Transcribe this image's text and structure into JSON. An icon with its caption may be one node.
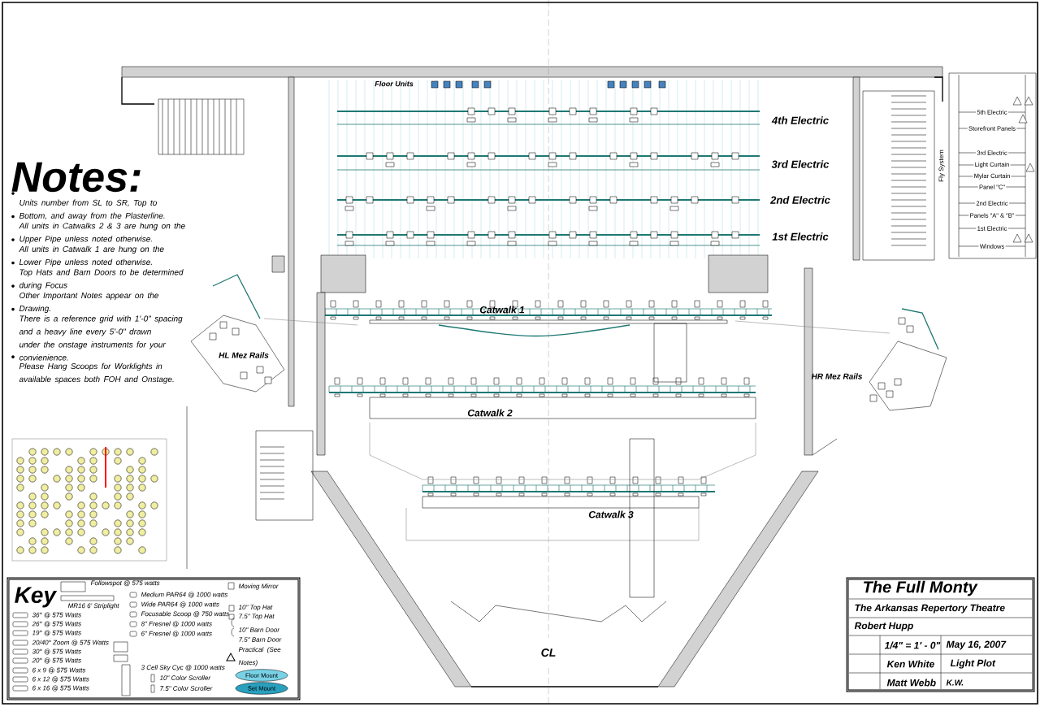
{
  "diagram": {
    "nodes": [
      {
        "text": [
          "Fly System",
          "5th Electric",
          "Storefront Panels",
          "3rd Electric",
          "Light Curtain",
          "Mylar Curtain",
          "Panel \"C\"",
          "2nd Electric",
          "Panels \"A\" & \"B\"",
          "1st Electric",
          "Windows"
        ]
      },
      {
        "text": [
          "Key",
          "Followspot @ 575 watts",
          "MR16 6' Striplight",
          "36° @ 575 Watts",
          "26° @ 575 Watts",
          "19° @ 575 Watts",
          "20/40° Zoom @ 575 Watts",
          "30° @ 575 Watts",
          "20° @ 575 Watts",
          "6 x 9 @ 575 Watts",
          "6 x 12 @ 575 Watts",
          "6 x 16 @ 575 Watts",
          "Medium PAR64 @ 1000 watts",
          "Wide PAR64 @ 1000 watts",
          "Focusable Scoop @ 750 watts",
          "8\" Fresnel @ 1000 watts",
          "6\" Fresnel @ 1000 watts",
          "3 Cell Sky Cyc @ 1000 watts",
          "10\" Color Scroller",
          "7.5\" Color Scroller",
          "Moving Mirror",
          "10\" Top Hat",
          "7.5\" Top Hat",
          "10\" Barn Door",
          "7.5\" Barn Door",
          "Practical (See Notes)"
        ]
      },
      {
        "text": [
          "Floor Mount"
        ],
        "in": 1
      },
      {
        "text": [
          "Set Mount"
        ],
        "in": 1
      },
      {
        "text": [
          "The Full Monty",
          "The Arkansas Repertory Theatre",
          "Robert Hupp",
          "1/4\" = 1' - 0\"",
          "May 16, 2007",
          "Ken White",
          "Light Plot",
          "Matt Webb",
          "K.W."
        ]
      }
    ],
    "labels": [
      "Floor Units",
      "4th Electric",
      "Notes:",
      "Units number from SL to SR, Top to Bottom, and away from the Plasterline.",
      "All units in Catwalks 2 & 3 are hung on the Upper Pipe unless noted otherwise.",
      "All units in Catwalk 1 are hung on the Lower Pipe unless noted otherwise.",
      "Top Hats and Barn Doors to be determined during Focus",
      "Other Important Notes appear on the Drawing.",
      "There is a reference grid with 1'-0\" spacing and a heavy line every 5'-0\" drawn under the onstage instruments for your convienience.",
      "Please Hang Scoops for Worklights in available spaces both FOH and Onstage.",
      "3rd Electric",
      "2nd Electric",
      "1st Electric",
      "Catwalk 1",
      "HL Mez Rails",
      "HR Mez Rails",
      "Catwalk 2",
      "Catwalk 3",
      "CL"
    ]
  }
}
